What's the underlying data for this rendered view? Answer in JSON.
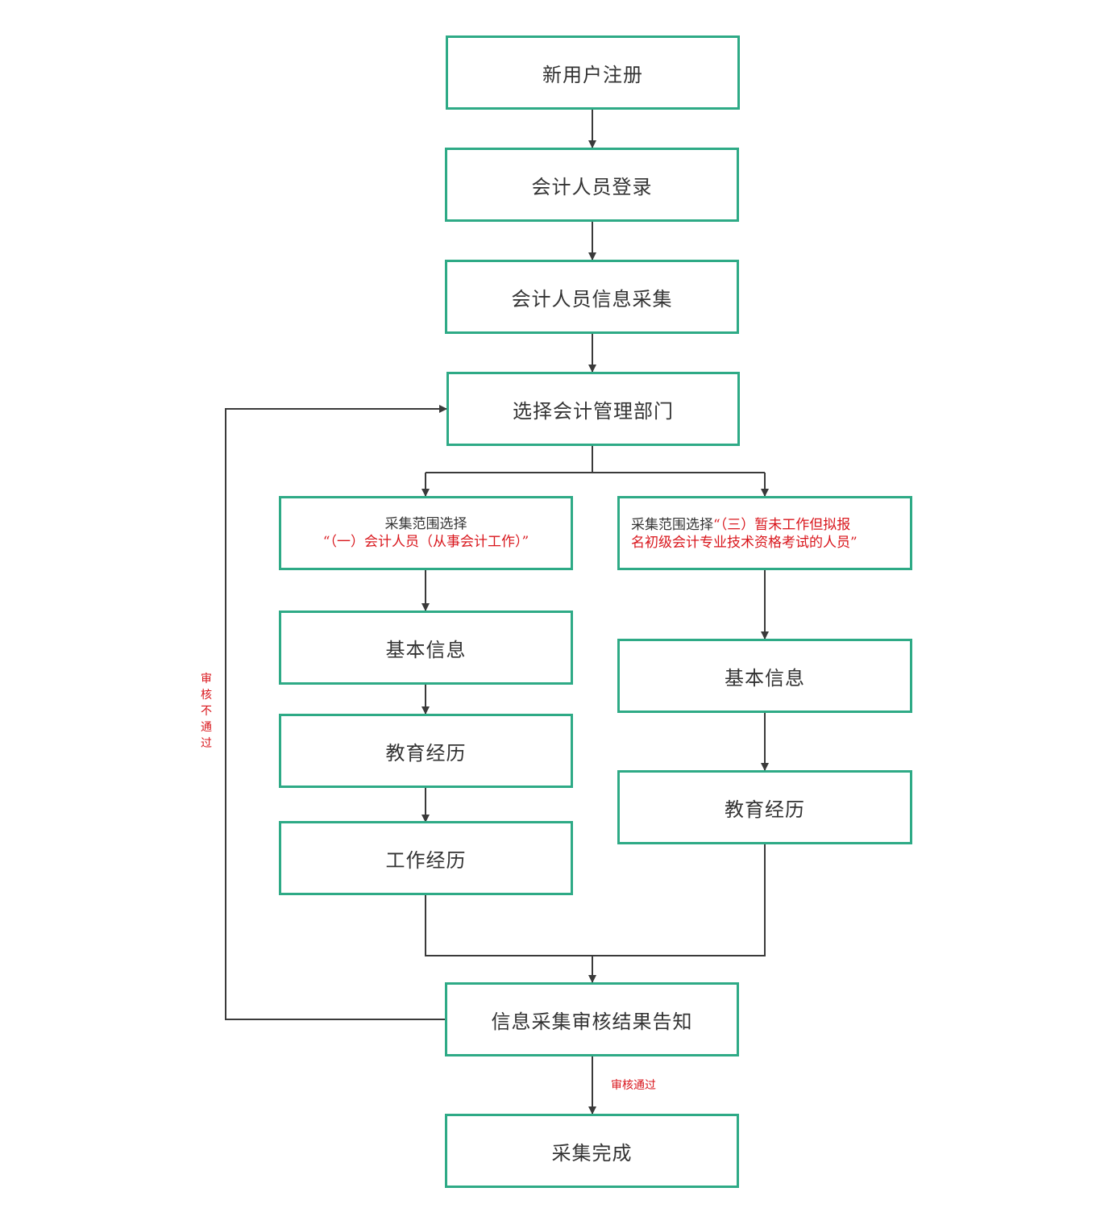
{
  "nodes": {
    "register": "新用户注册",
    "login": "会计人员登录",
    "collect_info": "会计人员信息采集",
    "select_dept": "选择会计管理部门",
    "scope_one": {
      "prefix": "采集范围选择",
      "highlight": "“（一）会计人员（从事会计工作）”"
    },
    "scope_three": {
      "prefix": "采集范围选择",
      "highlight_line1": "“（三）暂未工作但拟报",
      "highlight_line2": "名初级会计专业技术资格考试的人员”"
    },
    "left_basic": "基本信息",
    "left_education": "教育经历",
    "left_work": "工作经历",
    "right_basic": "基本信息",
    "right_education": "教育经历",
    "review_result": "信息采集审核结果告知",
    "complete": "采集完成"
  },
  "edge_labels": {
    "review_failed": "审核不通过",
    "review_passed": "审核通过"
  },
  "colors": {
    "node_border": "#2eaa86",
    "connector": "#3a3a3a",
    "highlight_text": "#d9161c",
    "node_text": "#333333"
  }
}
